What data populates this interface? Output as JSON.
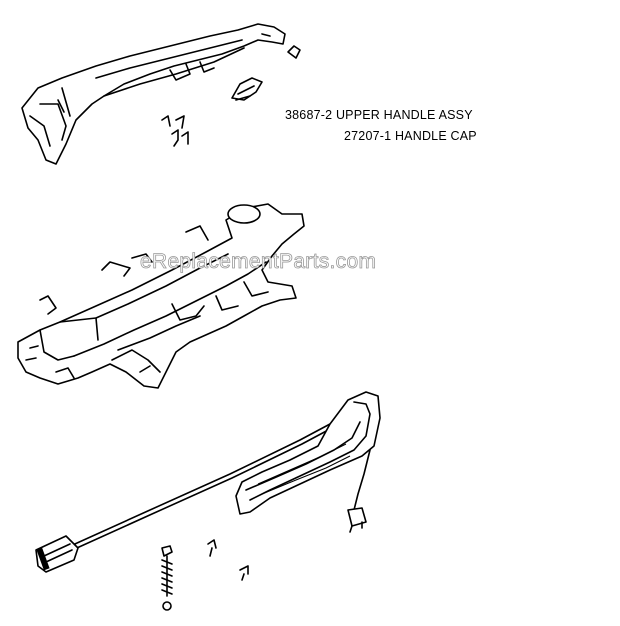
{
  "parts": [
    {
      "part_number": "38687-2",
      "description": "UPPER HANDLE ASSY",
      "label": "38687-2 UPPER HANDLE ASSY"
    },
    {
      "part_number": "27207-1",
      "description": "HANDLE CAP",
      "label": "27207-1 HANDLE CAP"
    }
  ],
  "watermark": "eReplacementParts.com",
  "colors": {
    "line": "#000000",
    "background": "#ffffff",
    "watermark_outline": "#9a9a9a"
  }
}
